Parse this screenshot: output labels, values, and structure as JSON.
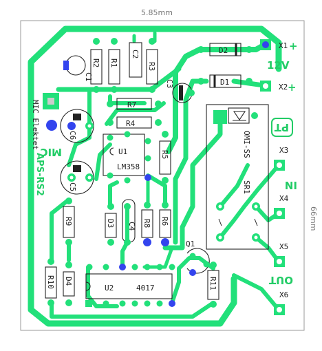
{
  "board": {
    "width_label": "5.85mm",
    "height_label": "66mm"
  },
  "components": {
    "r1": "R1",
    "r2": "R2",
    "r3": "R3",
    "r4": "R4",
    "r5": "R5",
    "r6": "R6",
    "r7": "R7",
    "r8": "R8",
    "r9": "R9",
    "r10": "R10",
    "r11": "R11",
    "c1": "C1",
    "c2": "C2",
    "c3": "C3",
    "c4": "C4",
    "c5": "C5",
    "c6": "C6",
    "d1": "D1",
    "d2": "D2",
    "d3": "D3",
    "d4": "D4",
    "u1": "U1",
    "u1_part": "LM358",
    "u2": "U2",
    "u2_part": "4017",
    "q1": "Q1",
    "sr1": "SR1",
    "sr1_part": "OMI-SS",
    "connectors": [
      "X1",
      "X2",
      "X3",
      "X4",
      "X5",
      "X6"
    ]
  },
  "silkscreen": {
    "v12": "12V",
    "plus": "+",
    "minus": "-",
    "mic": "MIC",
    "mic_elektet": "MIC Elektet",
    "author": "APS-RS2",
    "logo": "PT",
    "input": "IN",
    "output": "OUT"
  },
  "colors": {
    "copper": "#22e07a",
    "via_blue": "#3344ee",
    "board_outline": "#999999"
  }
}
